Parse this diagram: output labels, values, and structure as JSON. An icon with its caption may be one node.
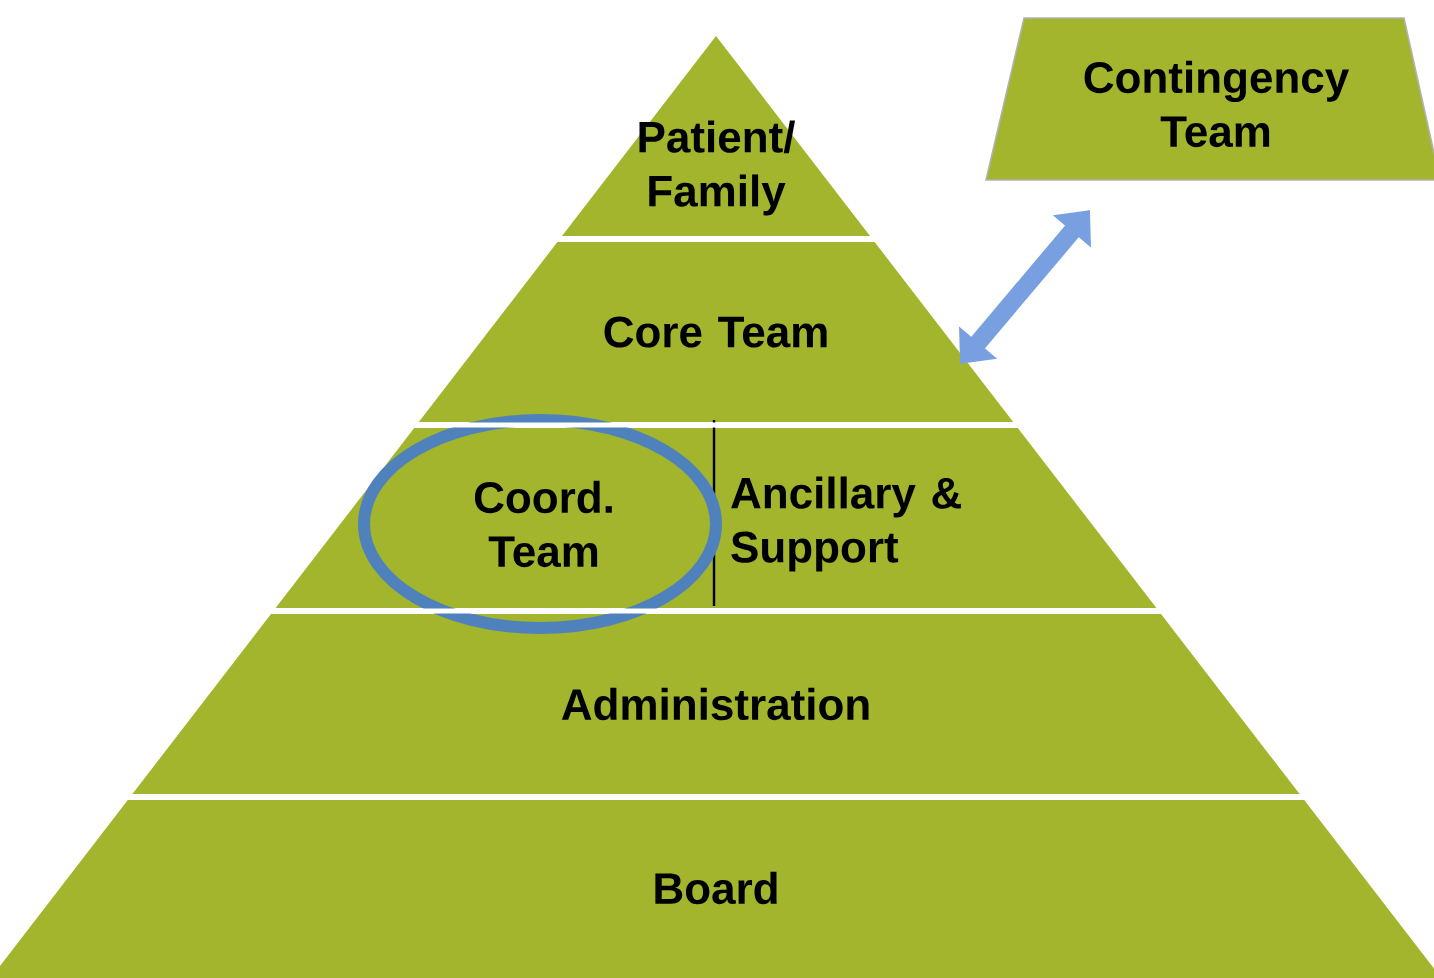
{
  "diagram": {
    "nodes": [
      {
        "text": [
          "Patient/ Family"
        ]
      },
      {
        "text": [
          "Core Team"
        ]
      },
      {
        "text": [
          "Coord. Team"
        ]
      },
      {
        "text": [
          "Ancillary & Support"
        ]
      },
      {
        "text": [
          "Administration"
        ]
      },
      {
        "text": [
          "Board"
        ]
      },
      {
        "text": [
          "Contingency Team"
        ]
      }
    ],
    "edges": [
      {
        "from": 1,
        "to": 6,
        "arrow": "both"
      }
    ]
  }
}
